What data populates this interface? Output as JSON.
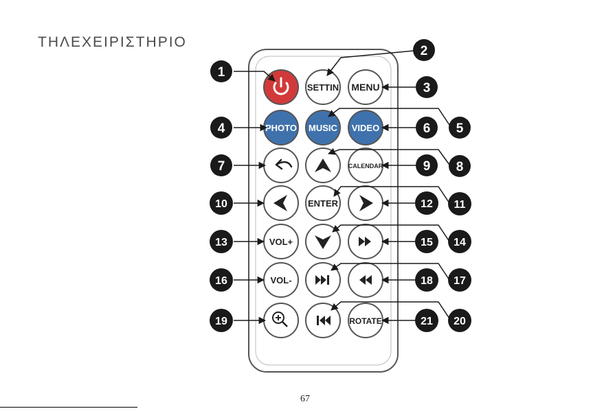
{
  "title": "ΤΗΛΕΧΕΙΡΙΣΤΗΡΙΟ",
  "page_number": "67",
  "colors": {
    "power": "#d23a3a",
    "media": "#3f72ad",
    "outline": "#555555",
    "badge": "#1a1a1a"
  },
  "buttons": {
    "power": "power-icon",
    "settin": "SETTIN",
    "menu": "MENU",
    "photo": "PHOTO",
    "music": "MUSIC",
    "video": "VIDEO",
    "back": "back-arrow-icon",
    "up": "arrow-up-icon",
    "calendar": "CALENDAR",
    "left": "arrow-left-icon",
    "enter": "ENTER",
    "right": "arrow-right-icon",
    "vol_plus": "VOL+",
    "down": "arrow-down-icon",
    "fast_forward": "fast-forward-icon",
    "vol_minus": "VOL-",
    "next": "skip-next-icon",
    "rewind": "rewind-icon",
    "zoom": "zoom-icon",
    "prev": "skip-previous-icon",
    "rotate": "ROTATE"
  },
  "callouts": {
    "c1": "1",
    "c2": "2",
    "c3": "3",
    "c4": "4",
    "c5": "5",
    "c6": "6",
    "c7": "7",
    "c8": "8",
    "c9": "9",
    "c10": "10",
    "c11": "11",
    "c12": "12",
    "c13": "13",
    "c14": "14",
    "c15": "15",
    "c16": "16",
    "c17": "17",
    "c18": "18",
    "c19": "19",
    "c20": "20",
    "c21": "21"
  }
}
